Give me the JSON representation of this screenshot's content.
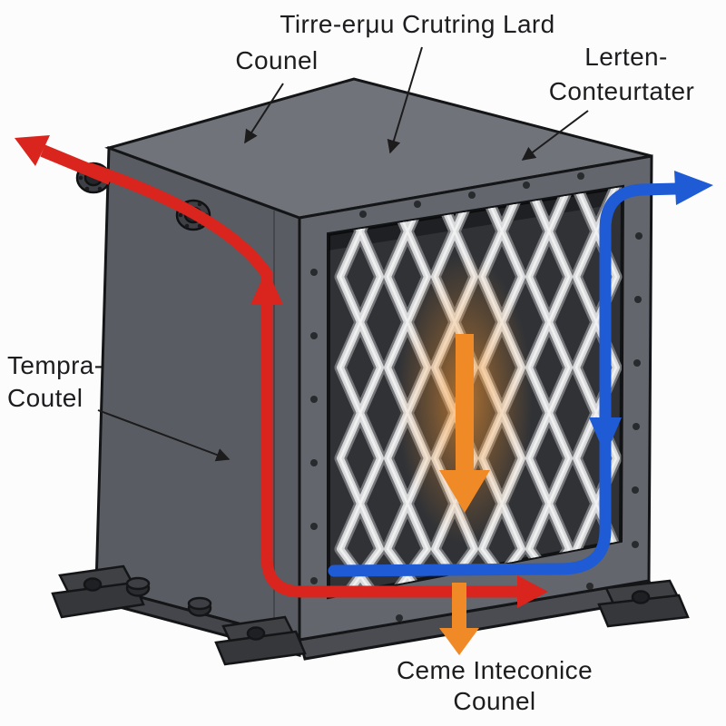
{
  "diagram": {
    "type": "heat-exchanger-cutaway",
    "labels": {
      "top_center": "Tirre-erμu Crutring Lard",
      "top_left": "Counel",
      "right_line1": "Lerten-",
      "right_line2": "Conteurtater",
      "left_line1": "Tempra-",
      "left_line2": "Coutel",
      "bottom_line1": "Ceme Inteconice",
      "bottom_line2": "Counel"
    },
    "colors": {
      "hot_flow": "#d9251d",
      "cold_flow": "#1f5bd4",
      "heat_arrow": "#f08a26",
      "casing": "#5d6067",
      "tube": "#dcdcdd"
    }
  }
}
